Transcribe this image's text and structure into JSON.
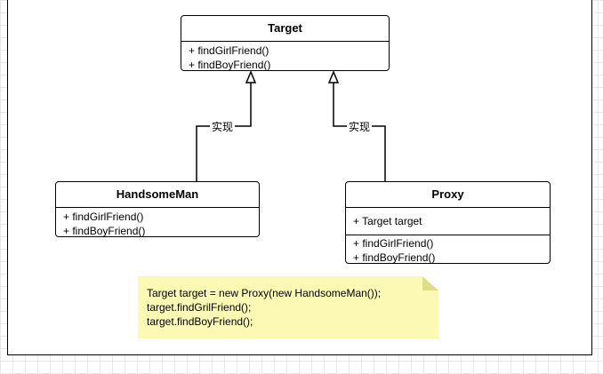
{
  "diagram": {
    "target": {
      "name": "Target",
      "methods": [
        "+ findGirlFriend()",
        "+ findBoyFriend()"
      ]
    },
    "handsome_man": {
      "name": "HandsomeMan",
      "methods": [
        "+ findGirlFriend()",
        "+ findBoyFriend()"
      ]
    },
    "proxy": {
      "name": "Proxy",
      "attribute": "+ Target target",
      "methods": [
        "+ findGirlFriend()",
        "+ findBoyFriend()"
      ]
    },
    "relations": {
      "handsome_man_label": "实现",
      "proxy_label": "实现"
    },
    "note": {
      "lines": [
        "Target target = new Proxy(new HandsomeMan());",
        "target.findGrilFriend();",
        "target.findBoyFriend();"
      ],
      "color": "#fbf9b4"
    }
  }
}
